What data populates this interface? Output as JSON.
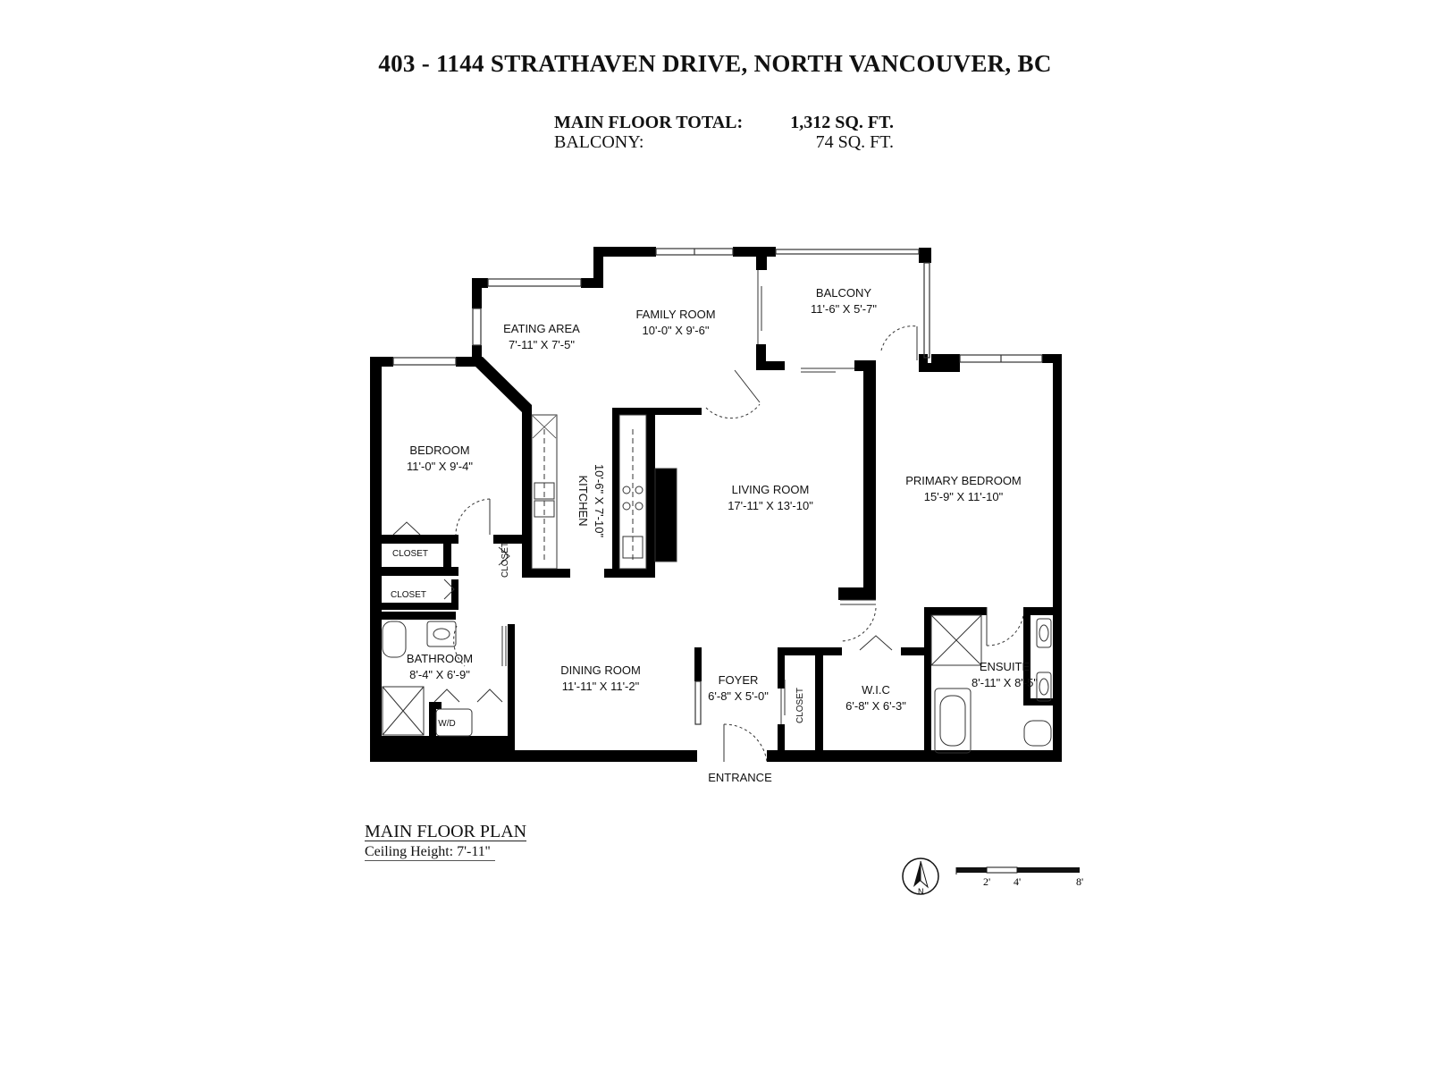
{
  "header": {
    "address": "403 - 1144 STRATHAVEN DRIVE, NORTH VANCOUVER, BC",
    "main_floor_label": "MAIN FLOOR TOTAL:",
    "main_floor_value": "1,312 SQ. FT.",
    "balcony_label": "BALCONY:",
    "balcony_value": "74 SQ. FT."
  },
  "rooms": {
    "eating_area": {
      "name": "EATING AREA",
      "dims": "7'-11\" X 7'-5\""
    },
    "family_room": {
      "name": "FAMILY ROOM",
      "dims": "10'-0\" X 9'-6\""
    },
    "balcony": {
      "name": "BALCONY",
      "dims": "11'-6\" X 5'-7\""
    },
    "bedroom": {
      "name": "BEDROOM",
      "dims": "11'-0\" X 9'-4\""
    },
    "kitchen": {
      "name": "KITCHEN",
      "dims": "10'-6\" X 7'-10\""
    },
    "living_room": {
      "name": "LIVING ROOM",
      "dims": "17'-11\" X 13'-10\""
    },
    "primary_bedroom": {
      "name": "PRIMARY BEDROOM",
      "dims": "15'-9\" X 11'-10\""
    },
    "bathroom": {
      "name": "BATHROOM",
      "dims": "8'-4\" X 6'-9\""
    },
    "dining_room": {
      "name": "DINING ROOM",
      "dims": "11'-11\" X 11'-2\""
    },
    "foyer": {
      "name": "FOYER",
      "dims": "6'-8\" X 5'-0\""
    },
    "wic": {
      "name": "W.I.C",
      "dims": "6'-8\" X 6'-3\""
    },
    "ensuite": {
      "name": "ENSUITE",
      "dims": "8'-11\" X 8'-5\""
    }
  },
  "labels": {
    "closet_bedroom": "CLOSET",
    "closet_hall": "CLOSET",
    "closet_kitchen": "CLOSET",
    "closet_foyer": "CLOSET",
    "wd": "W/D",
    "entrance": "ENTRANCE"
  },
  "footer": {
    "plan_title": "MAIN FLOOR PLAN",
    "ceiling_height": "Ceiling Height: 7'-11''",
    "compass_label": "N",
    "scale_labels": [
      "2'",
      "4'",
      "8'"
    ]
  }
}
